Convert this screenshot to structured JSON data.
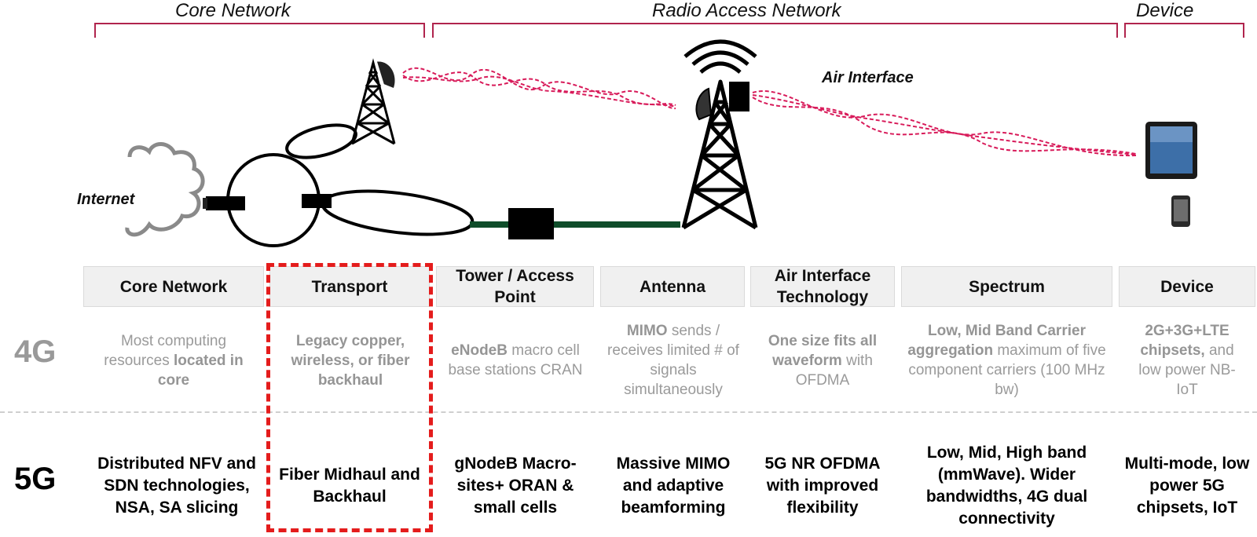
{
  "sections": {
    "core": "Core Network",
    "ran": "Radio Access Network",
    "device": "Device"
  },
  "labels": {
    "internet": "Internet",
    "air_interface": "Air Interface"
  },
  "rows": {
    "g4": "4G",
    "g5": "5G"
  },
  "columns": [
    {
      "header": "Core Network",
      "g4": [
        {
          "t": "Most computing resources ",
          "b": false
        },
        {
          "t": "located in core",
          "b": true
        }
      ],
      "g5": "Distributed NFV and SDN technologies, NSA, SA slicing"
    },
    {
      "header": "Transport",
      "g4": [
        {
          "t": "Legacy copper, wireless, or fiber backhaul",
          "b": true
        }
      ],
      "g5": "Fiber Midhaul and Backhaul"
    },
    {
      "header": "Tower / Access Point",
      "g4": [
        {
          "t": "eNodeB",
          "b": true
        },
        {
          "t": " macro cell base stations CRAN",
          "b": false
        }
      ],
      "g5": "gNodeB Macro-sites+ ORAN & small cells"
    },
    {
      "header": "Antenna",
      "g4": [
        {
          "t": "MIMO",
          "b": true
        },
        {
          "t": " sends / receives limited # of signals simultaneously",
          "b": false
        }
      ],
      "g5": "Massive MIMO and adaptive beamforming"
    },
    {
      "header": "Air Interface Technology",
      "g4": [
        {
          "t": "One size fits all waveform",
          "b": true
        },
        {
          "t": " with OFDMA",
          "b": false
        }
      ],
      "g5": "5G NR OFDMA with improved flexibility"
    },
    {
      "header": "Spectrum",
      "g4": [
        {
          "t": "Low, Mid Band Carrier aggregation",
          "b": true
        },
        {
          "t": " maximum of five component carriers (100 MHz bw)",
          "b": false
        }
      ],
      "g5": "Low, Mid, High band (mmWave). Wider bandwidths, 4G dual connectivity"
    },
    {
      "header": "Device",
      "g4": [
        {
          "t": "2G+3G+LTE chipsets,",
          "b": true
        },
        {
          "t": " and low power NB-IoT",
          "b": false
        }
      ],
      "g5": "Multi-mode, low power 5G chipsets, IoT"
    }
  ],
  "colors": {
    "bracket": "#b0244d",
    "signal": "#d81b5a",
    "fiber": "#0f4d2a",
    "highlight": "#e41c1c",
    "row_4g": "#999999",
    "row_5g": "#000000"
  }
}
